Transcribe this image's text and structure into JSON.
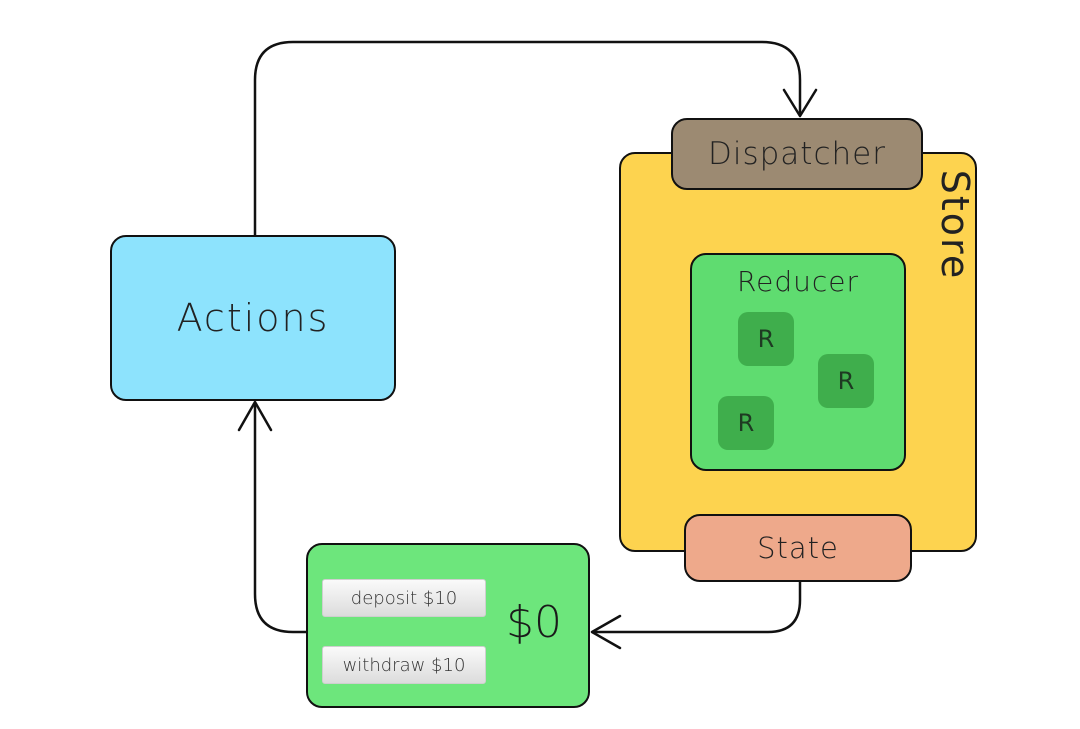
{
  "store": {
    "label": "Store"
  },
  "dispatcher": {
    "label": "Dispatcher"
  },
  "reducer": {
    "label": "Reducer",
    "chips": [
      "R",
      "R",
      "R"
    ]
  },
  "state": {
    "label": "State"
  },
  "actions": {
    "label": "Actions"
  },
  "view": {
    "deposit_label": "deposit $10",
    "withdraw_label": "withdraw $10",
    "balance": "$0"
  },
  "colors": {
    "store": "#fdd34f",
    "dispatcher": "#9c8a72",
    "reducer": "#5fdc70",
    "reducer_chip": "#3fae4c",
    "state": "#eea98b",
    "actions": "#8de3fd",
    "view": "#6de67c"
  }
}
